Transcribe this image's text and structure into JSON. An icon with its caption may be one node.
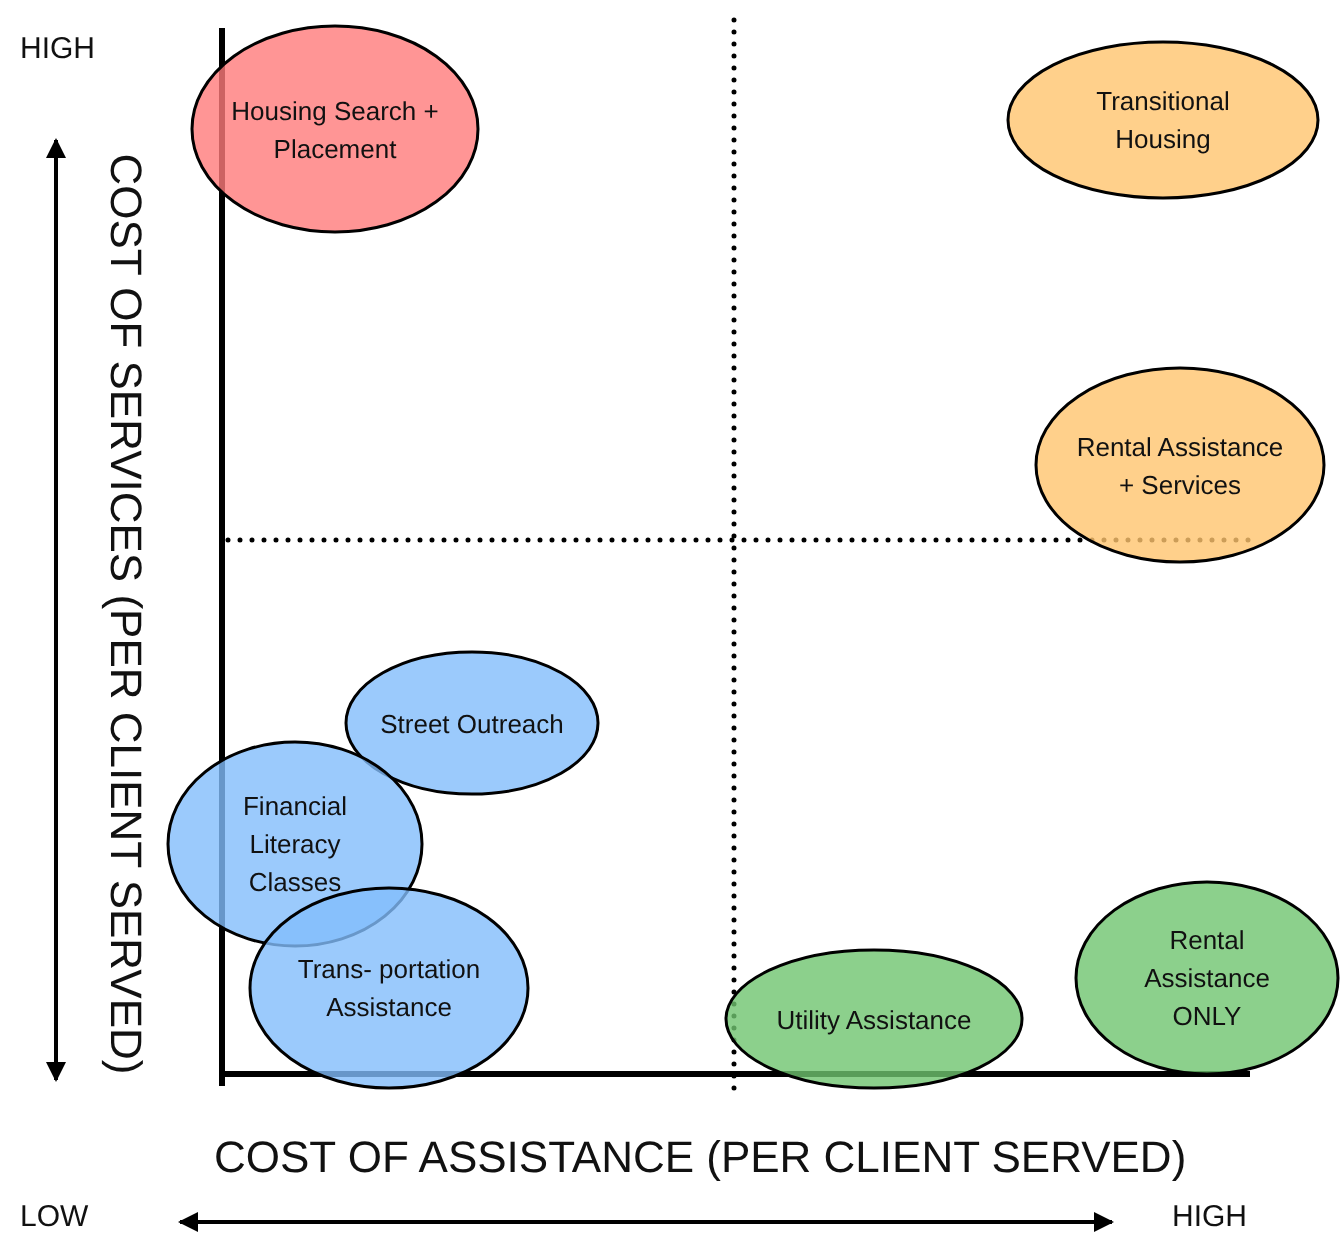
{
  "diagram": {
    "nodes": [
      {
        "text": [
          "Housing Search + Placement"
        ]
      },
      {
        "text": [
          "Transitional Housing"
        ]
      },
      {
        "text": [
          "Rental Assistance + Services"
        ]
      },
      {
        "text": [
          "Street Outreach"
        ]
      },
      {
        "text": [
          "Financial Literacy Classes"
        ]
      },
      {
        "text": [
          "Trans- portation Assistance"
        ]
      },
      {
        "text": [
          "Utility Assistance"
        ]
      },
      {
        "text": [
          "Rental Assistance ONLY"
        ]
      }
    ],
    "labels": [
      "HIGH",
      "COST OF SERVICES (PER CLIENT SERVED)",
      "COST OF ASSISTANCE (PER CLIENT SERVED)",
      "LOW",
      "HIGH"
    ]
  }
}
